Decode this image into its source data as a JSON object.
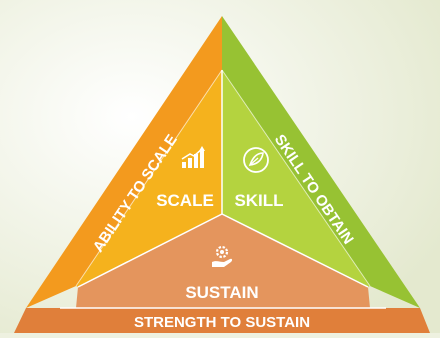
{
  "sides": {
    "left_label": "ABILITY TO SCALE",
    "right_label": "SKILL TO OBTAIN",
    "bottom_label": "STRENGTH TO SUSTAIN"
  },
  "sections": {
    "scale": {
      "label": "SCALE",
      "icon": "growth-chart-icon",
      "color": "#f5b21d"
    },
    "skill": {
      "label": "SKILL",
      "icon": "leaf-hand-icon",
      "color": "#b4d33f"
    },
    "sustain": {
      "label": "SUSTAIN",
      "icon": "gear-hand-icon",
      "color": "#e4955d"
    }
  },
  "colors": {
    "left_band": "#f39a1e",
    "right_band": "#97c233",
    "bottom_band": "#e07f3a"
  }
}
